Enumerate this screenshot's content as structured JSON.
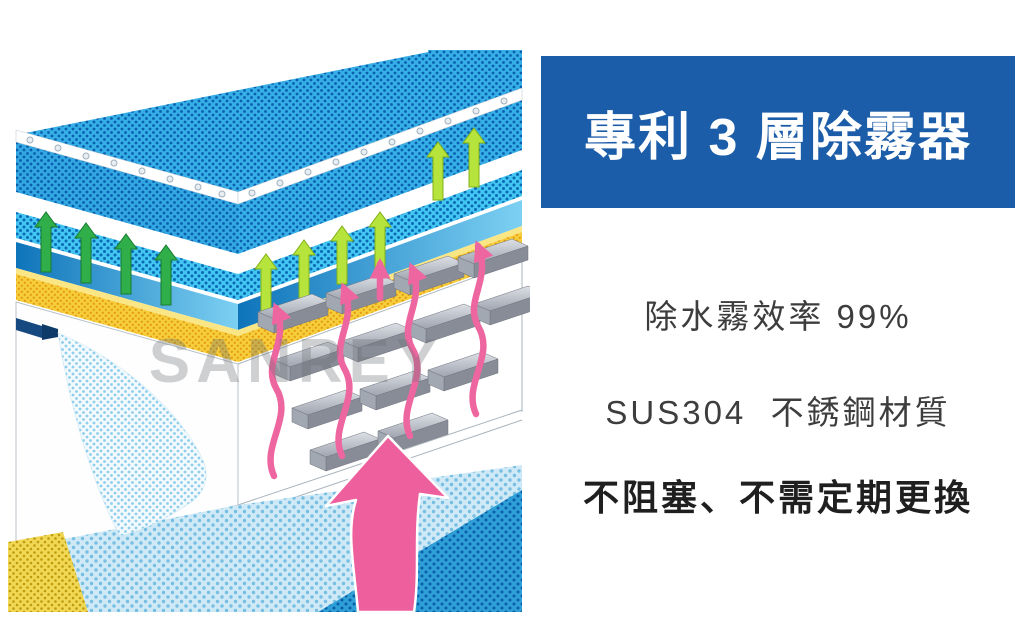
{
  "colors": {
    "title_bg": "#1c5da9",
    "title_text": "#ffffff",
    "body_text": "#3d3d3d",
    "emphasis_text": "#1f1f1f",
    "flow_arrow_pink": "#ee66a0",
    "mesh_blue": "#36aee6",
    "mesh_cyan": "#43c6f1",
    "layer_yellow": "#f6ce3b",
    "arrow_green": "#2fae49",
    "arrow_light_green": "#b7e43c",
    "water_blue": "#cfe9f6"
  },
  "title_panel": {
    "label": "專利 3 層除霧器"
  },
  "features": [
    {
      "text": "除水霧效率 99%"
    },
    {
      "text": "SUS304  不銹鋼材質"
    },
    {
      "text": "不阻塞、不需定期更換"
    }
  ],
  "illustration": {
    "watermark": "SANREY"
  }
}
